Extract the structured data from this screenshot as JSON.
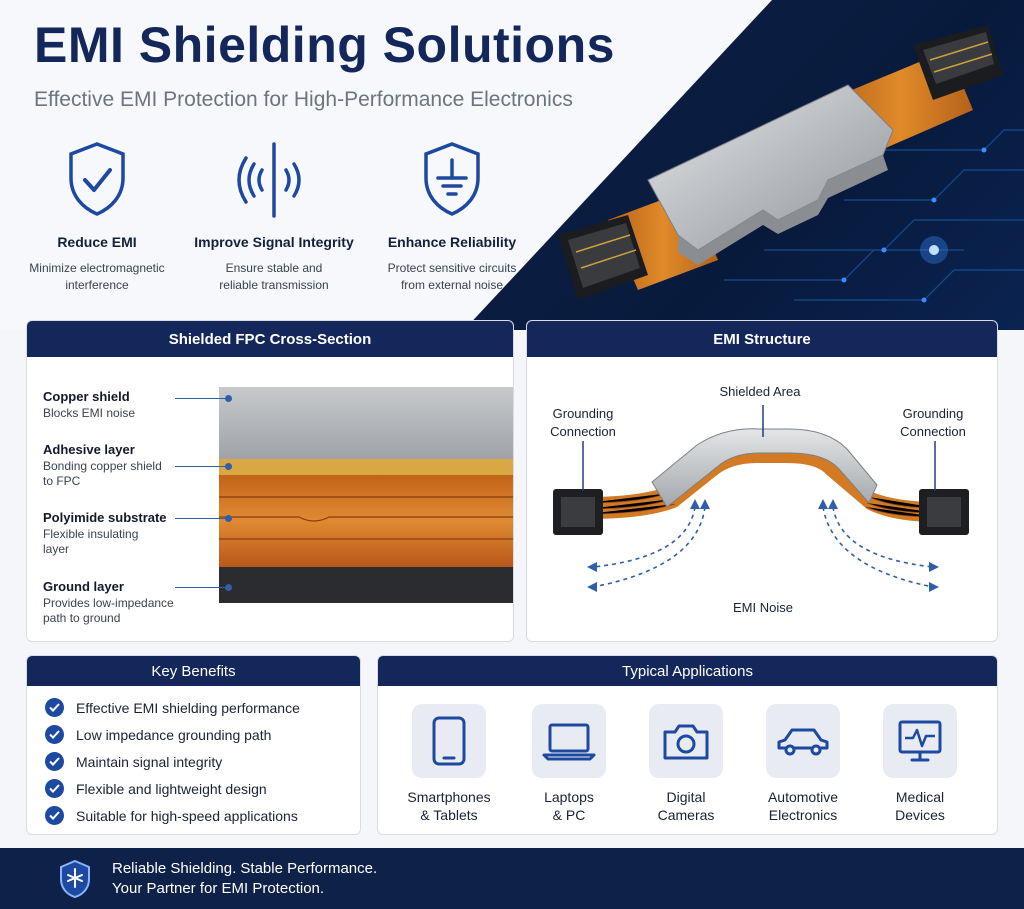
{
  "header": {
    "title": "EMI Shielding Solutions",
    "subtitle": "Effective EMI Protection for High-Performance Electronics"
  },
  "features": [
    {
      "icon": "shield-check-icon",
      "title": "Reduce EMI",
      "desc": [
        "Minimize electromagnetic",
        "interference"
      ]
    },
    {
      "icon": "signal-waves-icon",
      "title": "Improve Signal Integrity",
      "desc": [
        "Ensure stable and",
        "reliable transmission"
      ]
    },
    {
      "icon": "shield-ground-icon",
      "title": "Enhance Reliability",
      "desc": [
        "Protect sensitive circuits",
        "from external noise"
      ]
    }
  ],
  "cross_section": {
    "heading": "Shielded FPC Cross-Section",
    "layers": [
      {
        "name": "Copper shield",
        "desc": [
          "Blocks EMI noise"
        ]
      },
      {
        "name": "Adhesive layer",
        "desc": [
          "Bonding copper shield",
          "to FPC"
        ]
      },
      {
        "name": "Polyimide substrate",
        "desc": [
          "Flexible insulating",
          "layer"
        ]
      },
      {
        "name": "Ground layer",
        "desc": [
          "Provides low-impedance",
          "path to ground"
        ]
      }
    ]
  },
  "emi_structure": {
    "heading": "EMI Structure",
    "shielded_area": "Shielded Area",
    "grounding_left": [
      "Grounding",
      "Connection"
    ],
    "grounding_right": [
      "Grounding",
      "Connection"
    ],
    "noise": "EMI Noise"
  },
  "benefits": {
    "heading": "Key Benefits",
    "items": [
      "Effective EMI shielding performance",
      "Low impedance grounding path",
      "Maintain signal integrity",
      "Flexible and lightweight design",
      "Suitable for high-speed applications"
    ]
  },
  "applications": {
    "heading": "Typical Applications",
    "items": [
      {
        "icon": "smartphone-icon",
        "label": [
          "Smartphones",
          "& Tablets"
        ]
      },
      {
        "icon": "laptop-icon",
        "label": [
          "Laptops",
          "& PC"
        ]
      },
      {
        "icon": "camera-icon",
        "label": [
          "Digital",
          "Cameras"
        ]
      },
      {
        "icon": "car-icon",
        "label": [
          "Automotive",
          "Electronics"
        ]
      },
      {
        "icon": "medical-monitor-icon",
        "label": [
          "Medical",
          "Devices"
        ]
      }
    ]
  },
  "footer": {
    "line1": "Reliable Shielding. Stable Performance.",
    "line2": "Your Partner for EMI Protection."
  },
  "colors": {
    "navy": "#13275a",
    "accent_blue": "#2f5fa8",
    "copper": "#c9731f",
    "silver": "#b5b7ba"
  }
}
